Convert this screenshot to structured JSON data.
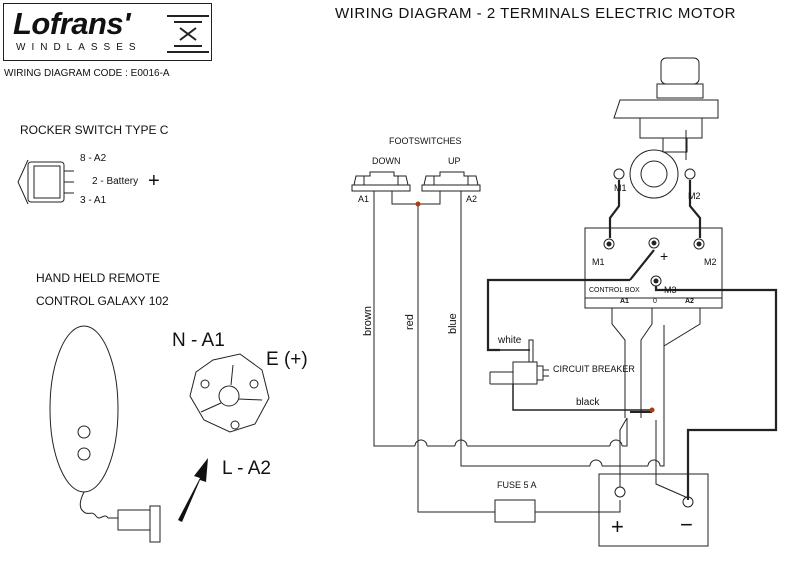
{
  "logo": {
    "brand": "Lofrans'",
    "subtitle": "WINDLASSES"
  },
  "code": "WIRING DIAGRAM CODE : E0016-A",
  "title": "WIRING DIAGRAM - 2 TERMINALS  ELECTRIC  MOTOR",
  "rocker": {
    "heading": "ROCKER SWITCH TYPE C",
    "pin_top": "8 - A2",
    "pin_mid": "2 - Battery",
    "pin_bot": "3 - A1",
    "plus": "+"
  },
  "remote": {
    "heading_line1": "HAND HELD REMOTE",
    "heading_line2": "CONTROL GALAXY 102",
    "n_label": "N - A1",
    "e_label": "E (+)",
    "l_label": "L - A2"
  },
  "footswitches": {
    "heading": "FOOTSWITCHES",
    "down": "DOWN",
    "up": "UP",
    "a1": "A1",
    "a2": "A2"
  },
  "wires": {
    "brown": "brown",
    "red": "red",
    "blue": "blue",
    "white": "white",
    "black": "black"
  },
  "motor": {
    "m1": "M1",
    "m2": "M2"
  },
  "control_box": {
    "label": "CONTROL BOX",
    "m1": "M1",
    "m2": "M2",
    "m3": "M3",
    "plus": "+",
    "a1": "A1",
    "zero": "0",
    "a2": "A2"
  },
  "breaker": "CIRCUIT BREAKER",
  "fuse": "FUSE 5 A",
  "battery": {
    "plus": "+",
    "minus": "−"
  }
}
